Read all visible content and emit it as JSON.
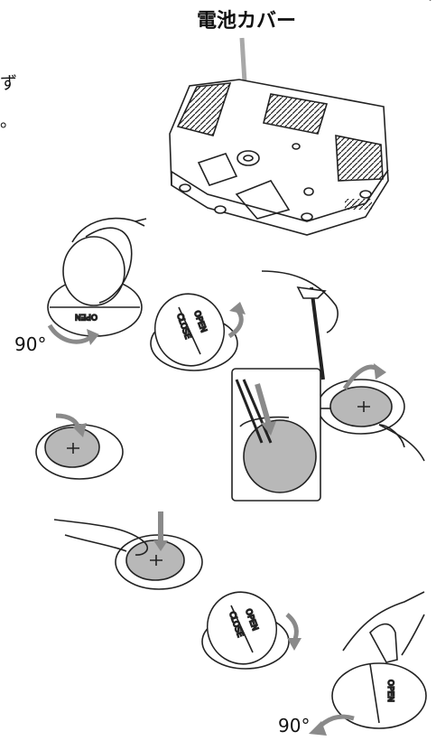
{
  "title": "電池カバー",
  "edge_text": [
    "ず",
    "。"
  ],
  "cover_text": {
    "open": "OPEN",
    "close": "CLOSE"
  },
  "angle_labels": [
    "90°",
    "90°"
  ],
  "colors": {
    "stroke": "#222222",
    "battery": "#b8b8b8",
    "arrow": "#8a8a8a",
    "leader": "#a8a8a8"
  }
}
